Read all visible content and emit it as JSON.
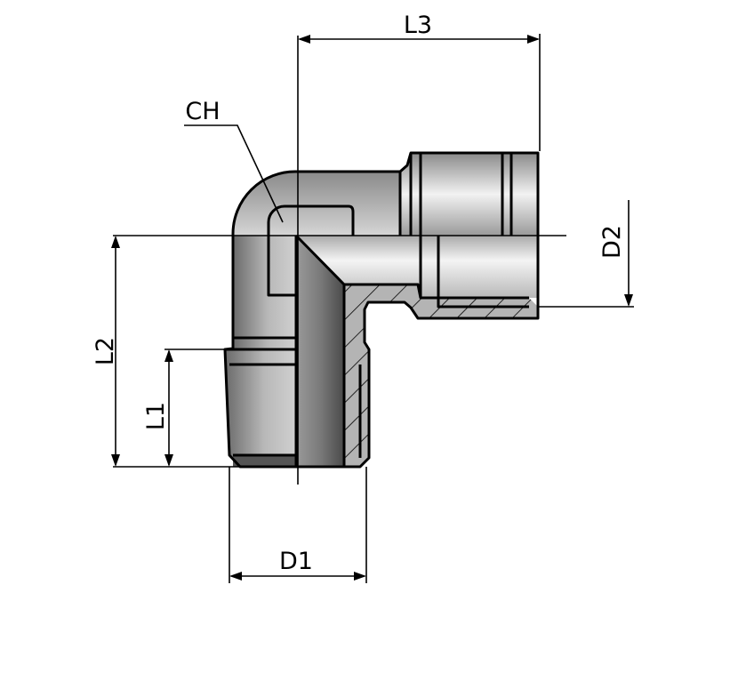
{
  "diagram": {
    "type": "90-degree elbow fitting, male to female thread",
    "labels": {
      "L3": "L3",
      "CH": "CH",
      "D2": "D2",
      "L2": "L2",
      "L1": "L1",
      "D1": "D1"
    },
    "colors": {
      "line": "#000000",
      "metal_light": "#e6e6e6",
      "metal_dark": "#555555",
      "section": "#b4b4b4"
    }
  }
}
